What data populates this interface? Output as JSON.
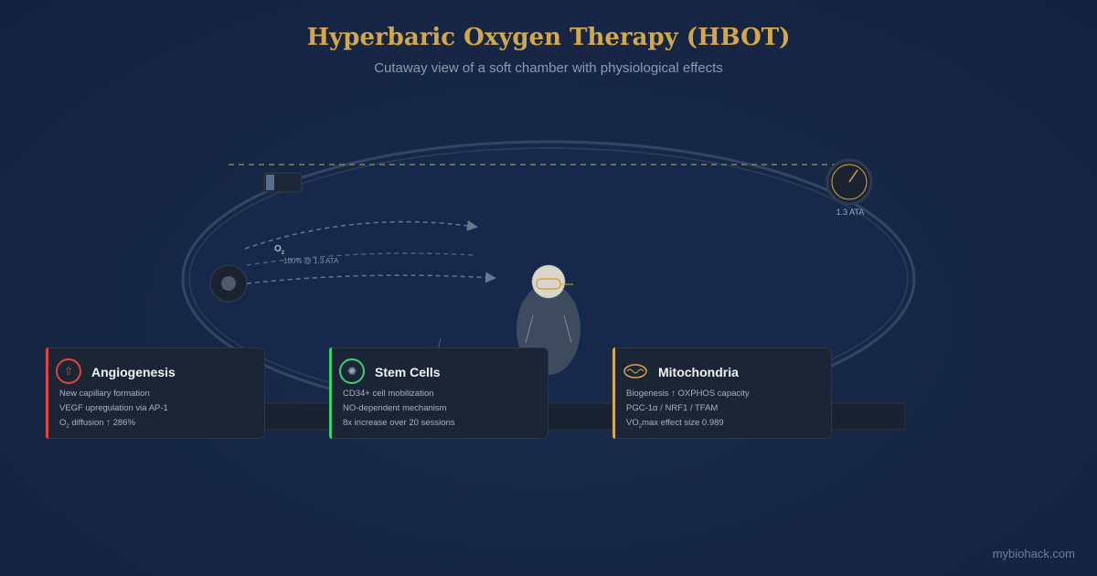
{
  "header": {
    "title": "Hyperbaric Oxygen Therapy (HBOT)",
    "subtitle": "Cutaway view of a soft chamber with physiological effects"
  },
  "chamber": {
    "pressure_label": "1.3 ATA",
    "o2_symbol": "O",
    "o2_subscript": "2",
    "o2_flow_label": "100% @ 1.3 ATA"
  },
  "cards": [
    {
      "title": "Angiogenesis",
      "color": "#e0443e",
      "icon": "arrow-up-icon",
      "glyph": "⇧",
      "lines": [
        {
          "pre": "New capillary formation"
        },
        {
          "pre": "VEGF upregulation via AP-1"
        },
        {
          "pre": "O",
          "sub": "2",
          "post": " diffusion ↑ 286%"
        }
      ]
    },
    {
      "title": "Stem Cells",
      "color": "#3ecf72",
      "icon": "cell-icon",
      "glyph": "✺",
      "lines": [
        {
          "pre": "CD34+ cell mobilization"
        },
        {
          "pre": "NO-dependent mechanism"
        },
        {
          "pre": "8x increase over 20 sessions"
        }
      ]
    },
    {
      "title": "Mitochondria",
      "color": "#d4a84a",
      "icon": "mitochondria-icon",
      "glyph": "",
      "lines": [
        {
          "pre": "Biogenesis ↑ OXPHOS capacity"
        },
        {
          "pre": "PGC-1α / NRF1 / TFAM"
        },
        {
          "pre": "VO",
          "sub": "2",
          "post": "max effect size 0.989"
        }
      ]
    }
  ],
  "footer": {
    "brand": "mybiohack.com"
  },
  "colors": {
    "accent": "#d4a84a",
    "background": "#172846"
  }
}
